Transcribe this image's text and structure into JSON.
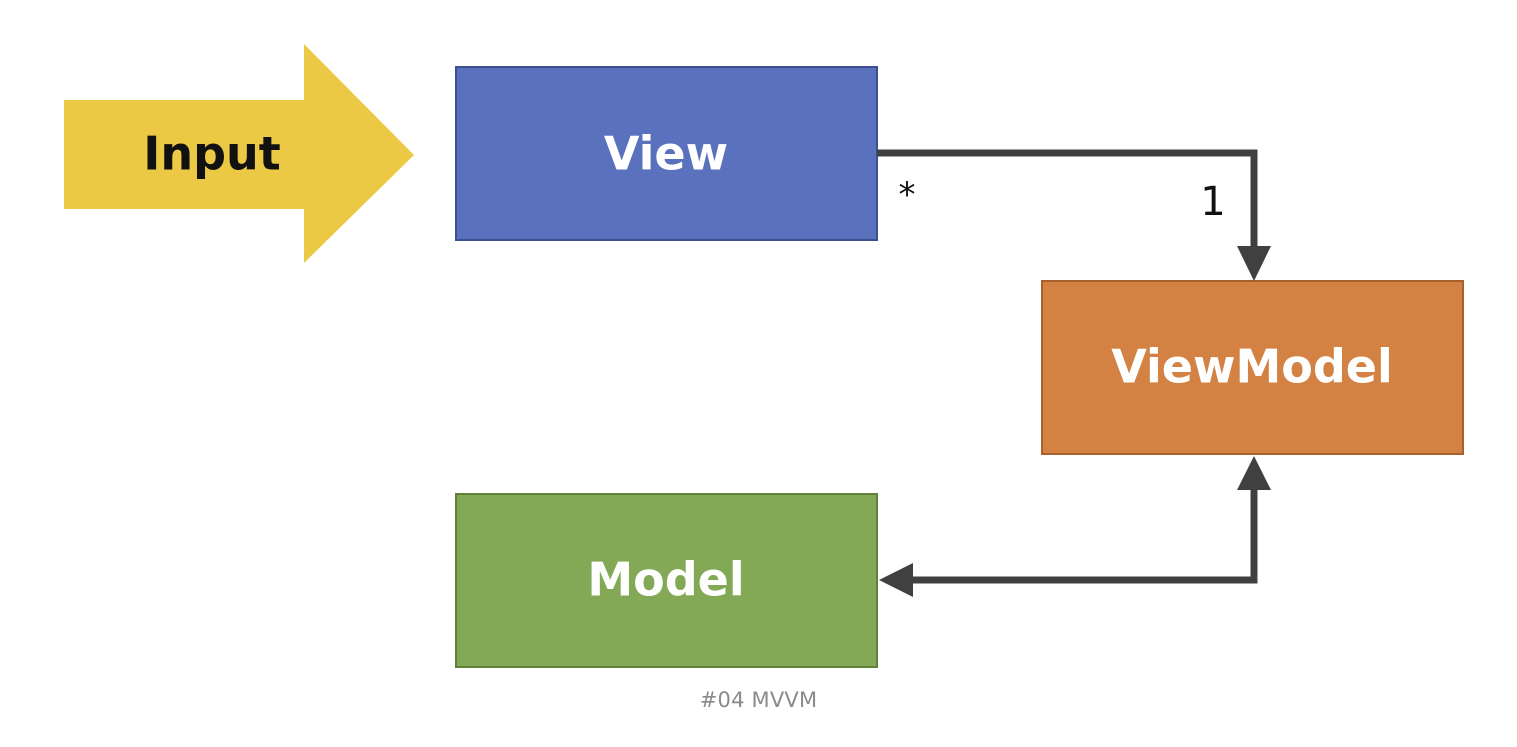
{
  "diagram": {
    "input": {
      "label": "Input",
      "fill": "#ecc945"
    },
    "view": {
      "label": "View",
      "fill": "#5a72bd",
      "stroke": "#3b5192"
    },
    "viewmodel": {
      "label": "ViewModel",
      "fill": "#d38243",
      "stroke": "#a8602c"
    },
    "model": {
      "label": "Model",
      "fill": "#84a956",
      "stroke": "#5f8238"
    },
    "view_multiplicity": "*",
    "viewmodel_multiplicity": "1",
    "connector_color": "#404040"
  },
  "caption": "#04 MVVM"
}
